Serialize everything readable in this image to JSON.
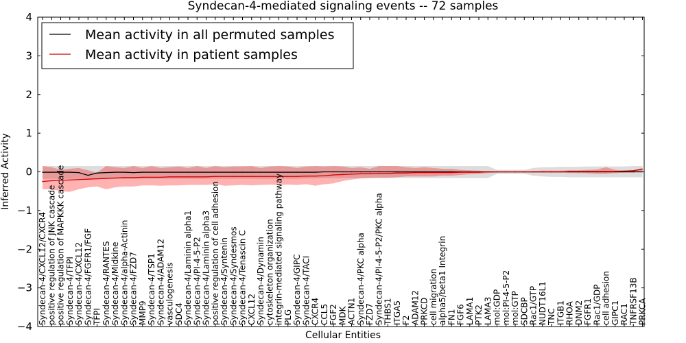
{
  "chart_data": {
    "type": "line",
    "title": "Syndecan-4-mediated signaling events -- 72 samples",
    "xlabel": "Cellular Entities",
    "ylabel": "Inferred Activity",
    "ylim": [
      -4,
      4
    ],
    "yticks": [
      4,
      3,
      2,
      1,
      0,
      -1,
      -2,
      -3,
      -4
    ],
    "grid": false,
    "legend_position": "top-left",
    "categories": [
      "Syndecan-4/CXCL12/CXCR4",
      "positive regulation of JNK cascade",
      "positive regulation of MAPKKK cascade",
      "Syndecan-4/TFPI",
      "Syndecan-4/CXCL12",
      "Syndecan-4/FGFR1/FGF",
      "TFPI",
      "Syndecan-4/RANTES",
      "Syndecan-4/Midkine",
      "Syndecan-4/alpha-Actinin",
      "Syndecan-4/FZD7",
      "MMP9",
      "Syndecan-4/TSP1",
      "Syndecan-4/ADAM12",
      "vasculogenesis",
      "SDC4",
      "Syndecan-4/Laminin alpha1",
      "Syndecan-4/PI-4-5-P2",
      "Syndecan-4/Laminin alpha3",
      "positive regulation of cell adhesion",
      "Syndecan-4/Syntenin",
      "Syndecan-4/Syndesmos",
      "Syndecan-4/Tenascin C",
      "CXCL12",
      "Syndecan-4/Dynamin",
      "cytoskeleton organization",
      "integrin-mediated signaling pathway",
      "PLG",
      "Syndecan-4/GIPC",
      "Syndecan-4/TACI",
      "CXCR4",
      "CCL5",
      "FGF2",
      "MDK",
      "ACTN1",
      "Syndecan-4/PKC alpha",
      "FZD7",
      "Syndecan-4/PI-4-5-P2/PKC alpha",
      "THBS1",
      "ITGA5",
      "F2",
      "ADAM12",
      "PRKCD",
      "cell migration",
      "alpha5/beta1 Integrin",
      "FN1",
      "FGF6",
      "LAMA1",
      "PTK2",
      "LAMA3",
      "mol:GDP",
      "mol:PI-4-5-P2",
      "mol:GTP",
      "SDCBP",
      "Rac1/GTP",
      "NUDT16L1",
      "TNC",
      "ITGB1",
      "RHOA",
      "DNM2",
      "FGFR1",
      "Rac1/GDP",
      "cell adhesion",
      "GIPC1",
      "RAC1",
      "TNFRSF13B",
      "PRKCA"
    ],
    "series": [
      {
        "name": "Mean activity in all permuted samples",
        "color": "#000000",
        "values": [
          -0.01,
          -0.01,
          -0.01,
          -0.01,
          -0.02,
          -0.09,
          -0.03,
          -0.02,
          -0.01,
          -0.01,
          -0.02,
          -0.01,
          -0.01,
          -0.01,
          -0.01,
          -0.01,
          -0.01,
          -0.01,
          -0.01,
          -0.01,
          -0.01,
          -0.01,
          -0.01,
          -0.01,
          -0.01,
          -0.01,
          -0.01,
          -0.01,
          -0.01,
          -0.01,
          -0.01,
          0.0,
          0.0,
          0.0,
          0.0,
          0.0,
          0.0,
          0.0,
          0.0,
          0.0,
          0.0,
          0.0,
          0.0,
          0.0,
          0.0,
          0.0,
          0.0,
          0.0,
          0.0,
          0.0,
          0.0,
          0.0,
          0.0,
          0.0,
          0.0,
          0.0,
          0.0,
          0.0,
          0.0,
          0.0,
          0.0,
          0.0,
          0.0,
          0.0,
          0.0,
          0.0,
          0.0
        ],
        "band_upper": [
          0.15,
          0.15,
          0.15,
          0.15,
          0.15,
          0.15,
          0.15,
          0.15,
          0.15,
          0.15,
          0.15,
          0.15,
          0.15,
          0.15,
          0.15,
          0.15,
          0.15,
          0.15,
          0.15,
          0.15,
          0.15,
          0.15,
          0.15,
          0.15,
          0.15,
          0.15,
          0.15,
          0.15,
          0.15,
          0.15,
          0.15,
          0.15,
          0.15,
          0.15,
          0.15,
          0.15,
          0.15,
          0.15,
          0.15,
          0.15,
          0.15,
          0.15,
          0.15,
          0.15,
          0.15,
          0.15,
          0.15,
          0.15,
          0.15,
          0.15,
          0.05,
          0.05,
          0.05,
          0.05,
          0.1,
          0.12,
          0.12,
          0.13,
          0.13,
          0.13,
          0.14,
          0.14,
          0.14,
          0.14,
          0.14,
          0.15,
          0.15
        ],
        "band_lower": [
          -0.18,
          -0.18,
          -0.18,
          -0.18,
          -0.18,
          -0.2,
          -0.18,
          -0.18,
          -0.18,
          -0.18,
          -0.18,
          -0.18,
          -0.18,
          -0.18,
          -0.18,
          -0.18,
          -0.18,
          -0.18,
          -0.18,
          -0.18,
          -0.18,
          -0.18,
          -0.18,
          -0.18,
          -0.18,
          -0.18,
          -0.18,
          -0.18,
          -0.18,
          -0.17,
          -0.17,
          -0.16,
          -0.16,
          -0.16,
          -0.16,
          -0.16,
          -0.16,
          -0.16,
          -0.16,
          -0.16,
          -0.16,
          -0.16,
          -0.16,
          -0.16,
          -0.16,
          -0.16,
          -0.16,
          -0.16,
          -0.16,
          -0.16,
          -0.05,
          -0.05,
          -0.05,
          -0.05,
          -0.1,
          -0.12,
          -0.13,
          -0.13,
          -0.14,
          -0.14,
          -0.14,
          -0.14,
          -0.14,
          -0.14,
          -0.14,
          -0.14,
          -0.14
        ]
      },
      {
        "name": "Mean activity in patient samples",
        "color": "#d00000",
        "band_color": "#ff0000",
        "values": [
          -0.25,
          -0.23,
          -0.22,
          -0.21,
          -0.2,
          -0.19,
          -0.18,
          -0.17,
          -0.16,
          -0.15,
          -0.15,
          -0.14,
          -0.14,
          -0.14,
          -0.13,
          -0.13,
          -0.13,
          -0.13,
          -0.13,
          -0.12,
          -0.12,
          -0.12,
          -0.12,
          -0.12,
          -0.12,
          -0.12,
          -0.12,
          -0.12,
          -0.12,
          -0.11,
          -0.11,
          -0.1,
          -0.08,
          -0.07,
          -0.06,
          -0.05,
          -0.05,
          -0.04,
          -0.04,
          -0.03,
          -0.03,
          -0.02,
          -0.02,
          -0.02,
          -0.02,
          -0.02,
          -0.01,
          -0.01,
          -0.01,
          0.0,
          0.0,
          0.0,
          0.0,
          0.0,
          0.0,
          0.0,
          0.0,
          0.0,
          0.01,
          0.01,
          0.01,
          0.01,
          0.01,
          0.01,
          0.02,
          0.03,
          0.07
        ],
        "band_upper": [
          0.15,
          0.12,
          0.05,
          0.08,
          0.1,
          0.04,
          -0.02,
          0.15,
          0.12,
          0.1,
          0.15,
          0.1,
          0.15,
          0.1,
          0.12,
          0.14,
          0.1,
          0.15,
          0.1,
          0.15,
          0.12,
          0.14,
          0.14,
          0.15,
          0.1,
          0.14,
          0.15,
          0.14,
          0.1,
          0.14,
          0.15,
          0.14,
          0.15,
          0.14,
          0.1,
          0.12,
          0.08,
          0.15,
          0.15,
          0.15,
          0.12,
          0.1,
          0.12,
          0.1,
          0.08,
          0.08,
          0.05,
          0.04,
          0.03,
          0.02,
          0.01,
          0.01,
          0.01,
          0.01,
          0.02,
          0.03,
          0.03,
          0.03,
          0.04,
          0.04,
          0.05,
          0.06,
          0.12,
          0.05,
          0.03,
          0.03,
          0.1
        ],
        "band_lower": [
          -0.45,
          -0.45,
          -0.5,
          -0.52,
          -0.45,
          -0.4,
          -0.38,
          -0.45,
          -0.4,
          -0.38,
          -0.38,
          -0.35,
          -0.35,
          -0.36,
          -0.35,
          -0.35,
          -0.34,
          -0.34,
          -0.34,
          -0.32,
          -0.36,
          -0.35,
          -0.34,
          -0.35,
          -0.34,
          -0.33,
          -0.34,
          -0.33,
          -0.34,
          -0.32,
          -0.36,
          -0.32,
          -0.3,
          -0.24,
          -0.2,
          -0.17,
          -0.16,
          -0.15,
          -0.15,
          -0.14,
          -0.12,
          -0.12,
          -0.12,
          -0.12,
          -0.1,
          -0.1,
          -0.08,
          -0.06,
          -0.05,
          -0.03,
          -0.02,
          -0.02,
          -0.02,
          -0.02,
          -0.02,
          -0.02,
          -0.02,
          -0.02,
          -0.03,
          -0.03,
          -0.04,
          -0.05,
          -0.05,
          -0.03,
          -0.02,
          -0.02,
          0.02
        ]
      }
    ],
    "permuted_band_color": "#bbbbbb"
  }
}
